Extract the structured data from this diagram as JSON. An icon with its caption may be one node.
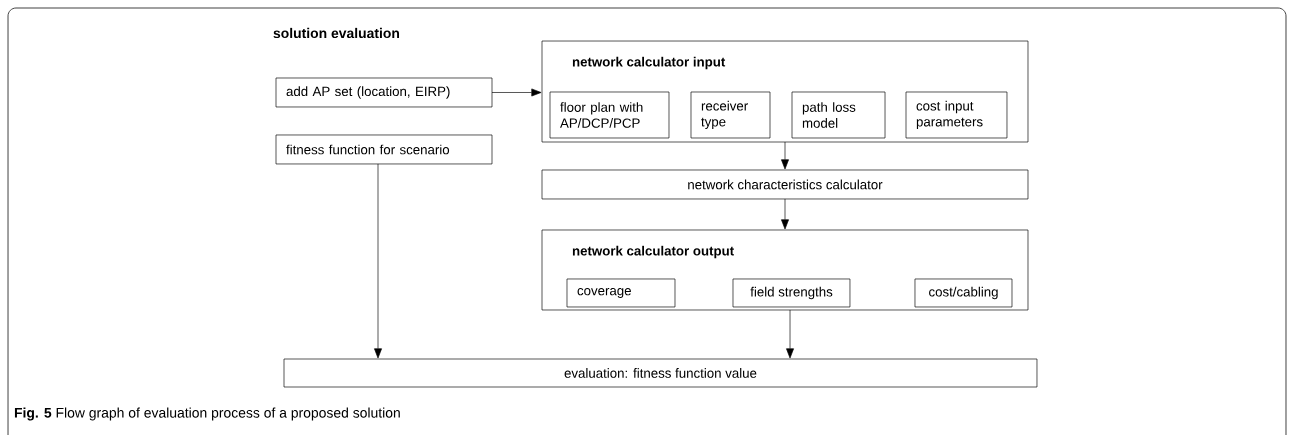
{
  "diagram": {
    "title": "solution evaluation",
    "caption": "**Fig. 5** Flow graph of evaluation process of a proposed solution",
    "nodes": [
      {
        "text": [
          "add AP set (location, EIRP)"
        ]
      },
      {
        "text": [
          "fitness function for scenario"
        ]
      },
      {
        "text": [
          "network calculator input"
        ]
      },
      {
        "text": [
          "floor plan with AP/DCP/PCP"
        ],
        "in": 2
      },
      {
        "text": [
          "receiver type"
        ],
        "in": 2
      },
      {
        "text": [
          "path loss model"
        ],
        "in": 2
      },
      {
        "text": [
          "cost input parameters"
        ],
        "in": 2
      },
      {
        "text": [
          "network characteristics calculator"
        ]
      },
      {
        "text": [
          "network calculator output"
        ]
      },
      {
        "text": [
          "coverage"
        ],
        "in": 8
      },
      {
        "text": [
          "field strengths"
        ],
        "in": 8
      },
      {
        "text": [
          "cost/cabling"
        ],
        "in": 8
      },
      {
        "text": [
          "evaluation: fitness function value"
        ]
      }
    ],
    "edges": [
      {
        "from": 0,
        "to": 2,
        "arrow": "to"
      },
      {
        "from": 2,
        "to": 7,
        "arrow": "to"
      },
      {
        "from": 7,
        "to": 8,
        "arrow": "to"
      },
      {
        "from": 8,
        "to": 12,
        "arrow": "to"
      },
      {
        "from": 1,
        "to": 12,
        "arrow": "to"
      }
    ]
  }
}
